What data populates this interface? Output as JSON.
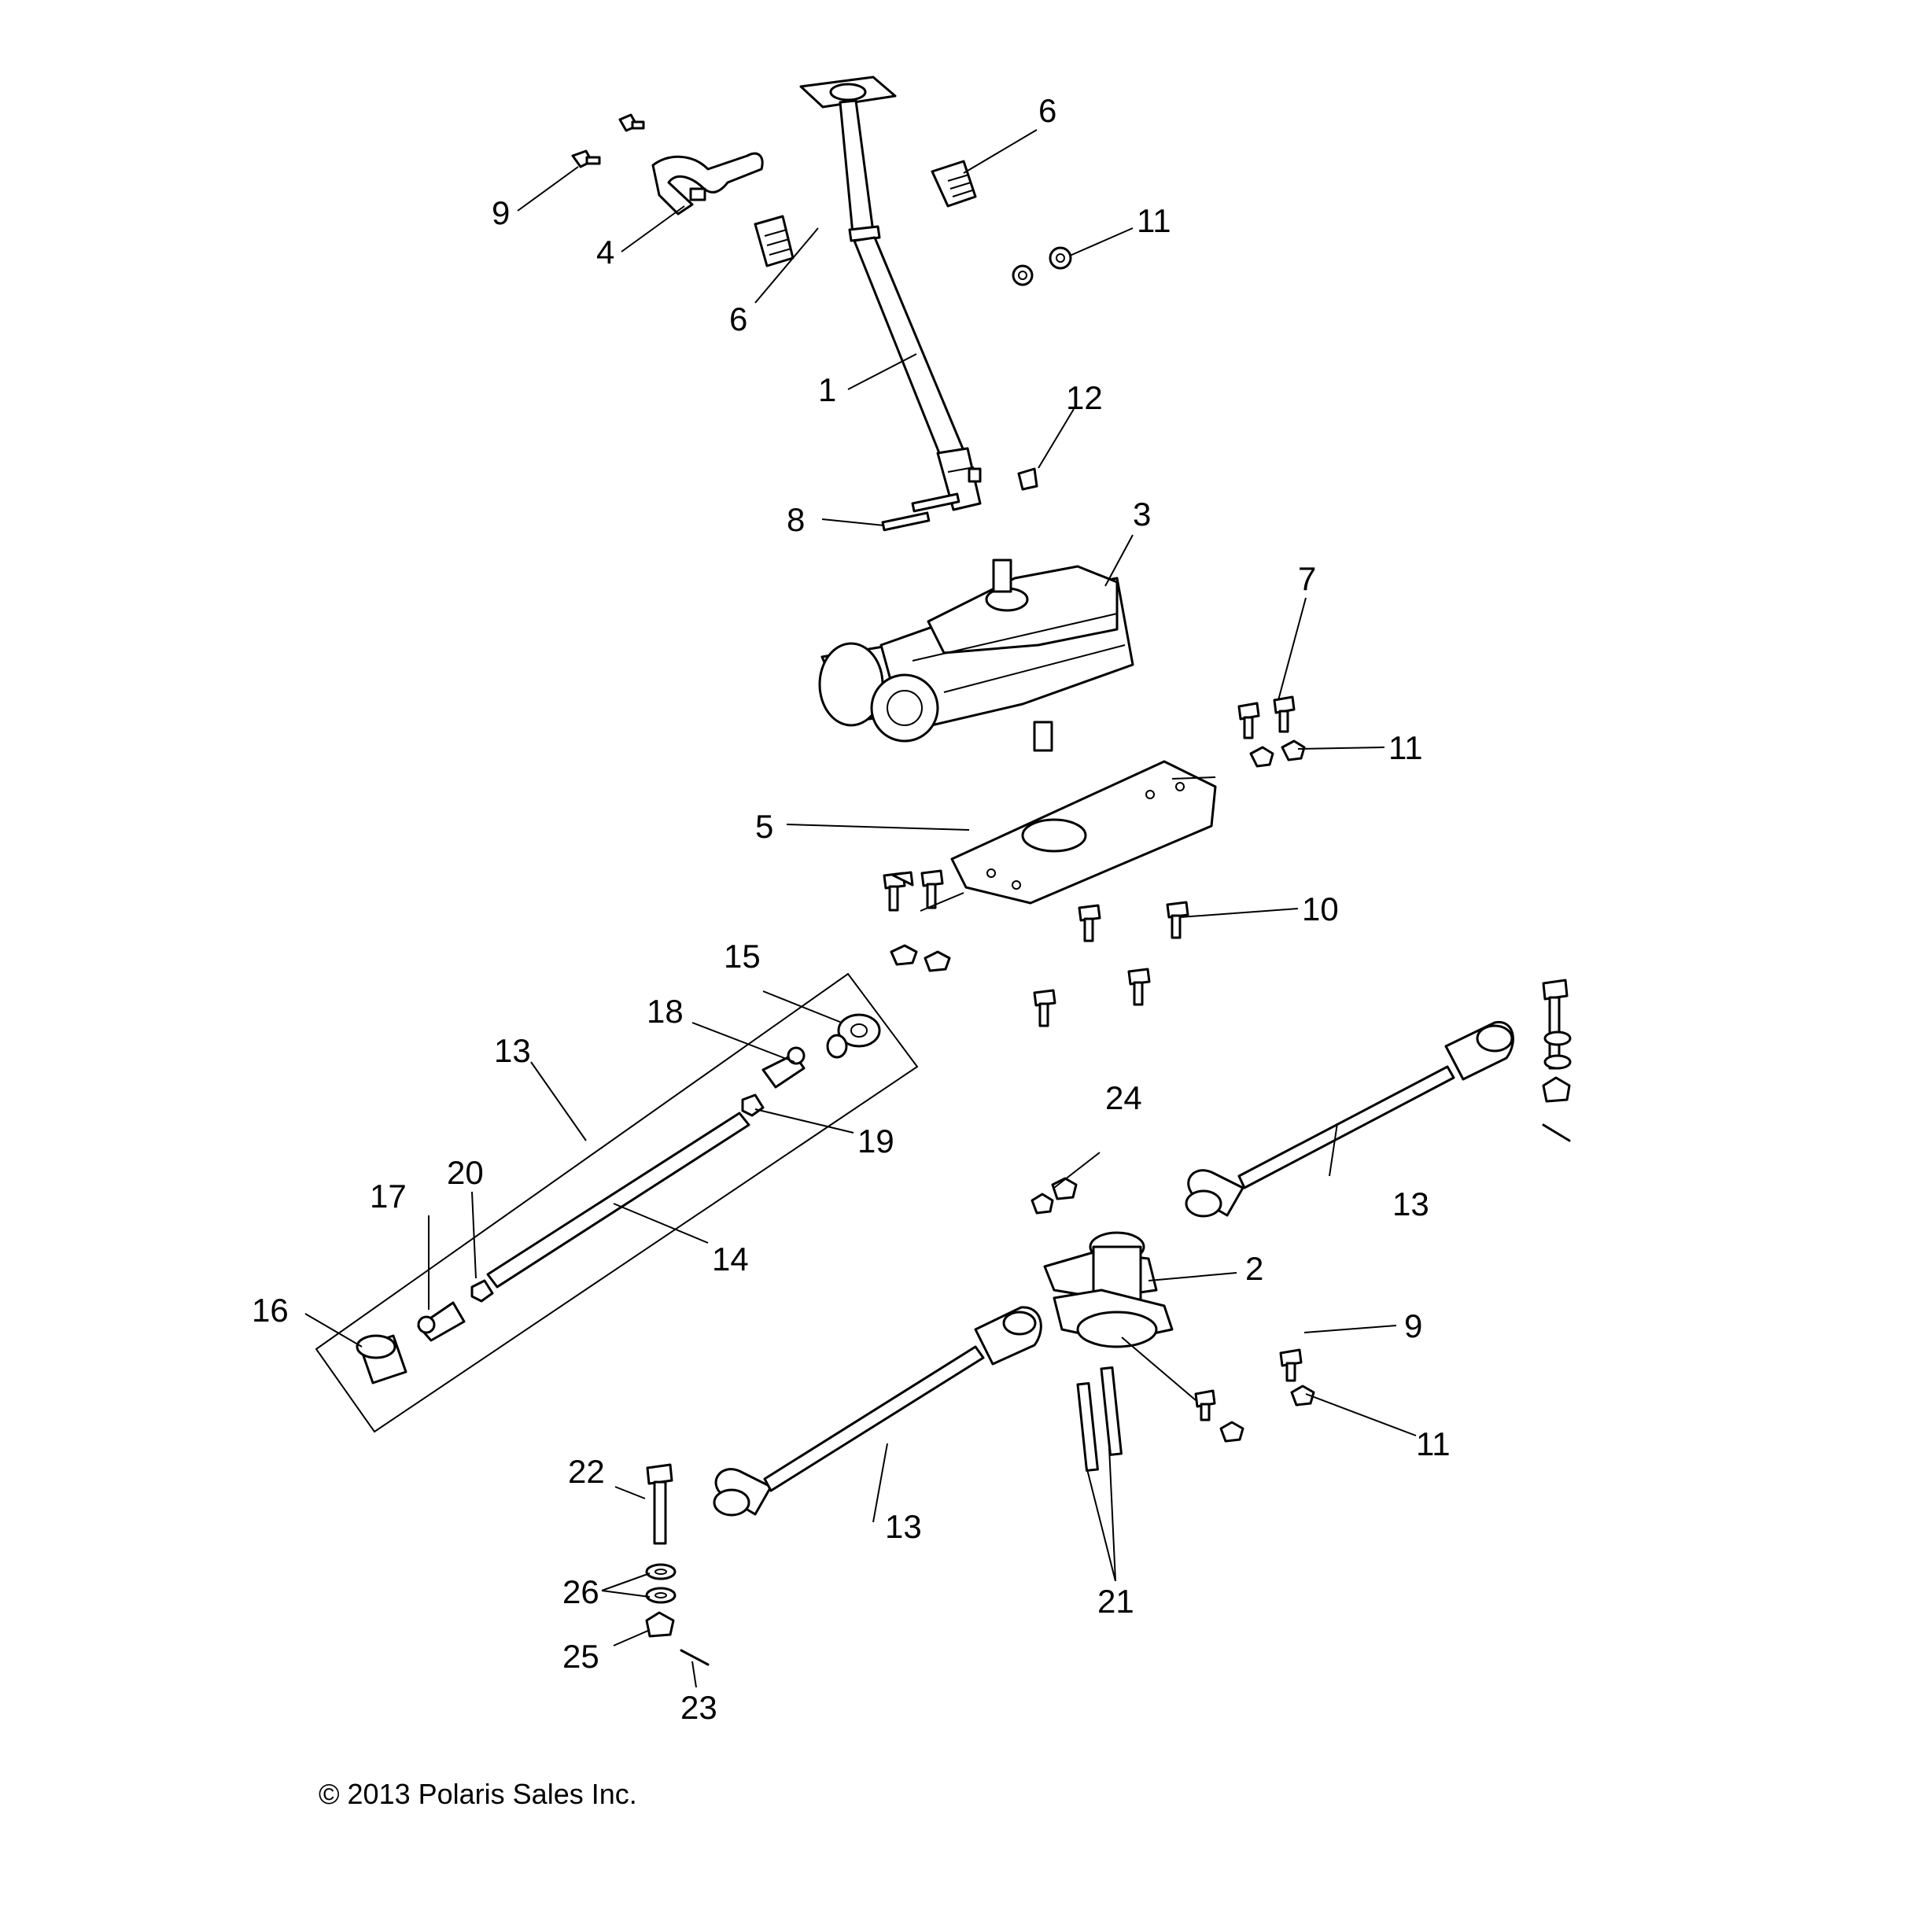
{
  "callouts": {
    "c1": "1",
    "c2": "2",
    "c3": "3",
    "c4": "4",
    "c5": "5",
    "c6a": "6",
    "c6b": "6",
    "c7": "7",
    "c8": "8",
    "c9a": "9",
    "c9b": "9",
    "c10": "10",
    "c11a": "11",
    "c11b": "11",
    "c11c": "11",
    "c12": "12",
    "c13a": "13",
    "c13b": "13",
    "c13c": "13",
    "c14": "14",
    "c15": "15",
    "c16": "16",
    "c17": "17",
    "c18": "18",
    "c19": "19",
    "c20": "20",
    "c21": "21",
    "c22": "22",
    "c23": "23",
    "c24": "24",
    "c25": "25",
    "c26": "26"
  },
  "copyright": "© 2013 Polaris Sales Inc."
}
